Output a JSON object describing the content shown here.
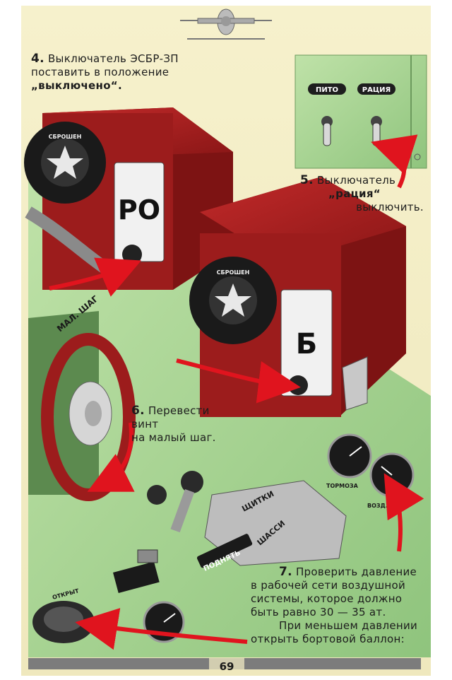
{
  "step4": {
    "number": "4.",
    "lines": [
      "Выключатель ЭСБР-ЗП",
      "поставить в положение",
      "„выключено“."
    ]
  },
  "step5": {
    "number": "5.",
    "lines": [
      "Выключатель",
      "„рация“",
      "выключить."
    ]
  },
  "step6": {
    "number": "6.",
    "lines": [
      "Перевести винт",
      "на малый шаг."
    ]
  },
  "step7": {
    "number": "7.",
    "lines": [
      "Проверить давление",
      "в рабочей сети воздушной",
      "системы, которое должно",
      "быть равно 30 — 35 ат.",
      "При меньшем давлении",
      "открыть бортовой баллон:"
    ]
  },
  "panel_labels": {
    "pito": "ПИТО",
    "radio": "РАЦИЯ",
    "left_box_letters": "РО",
    "right_box_letters": "Б",
    "dial_ring": "СБРОШЕН",
    "prop_lever": "МАЛ. ШАГ",
    "lever_shields": "ЩИТКИ",
    "lever_chassis": "ШАССИ",
    "lift_plate": "ПОДНЯТЬ",
    "brakes": "ТОРМОЗА",
    "vozd_set": "ВОЗД. СЕТЬ",
    "otkryt": "ОТКРЫТ"
  },
  "page_number": "69",
  "colors": {
    "paper": "#f3edc4",
    "panel_green": "#a8d494",
    "box_red": "#9c1c1c",
    "arrow_red": "#e0141e",
    "footer_bar": "#7c7c7c"
  }
}
